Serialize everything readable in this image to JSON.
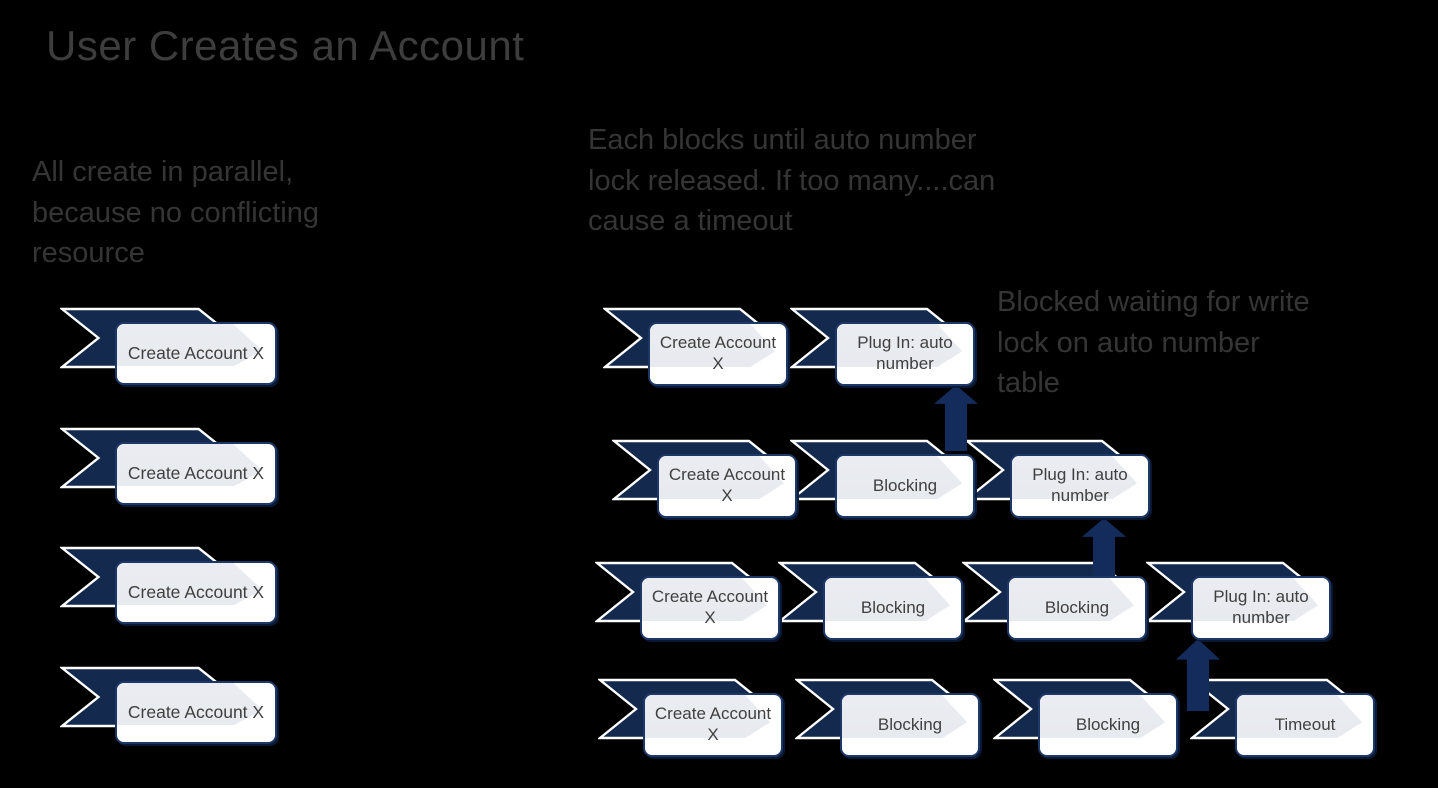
{
  "title": "User Creates an Account",
  "notes": {
    "parallel": "All create in parallel,\nbecause no conflicting\nresource",
    "blocks": "Each blocks until auto number\nlock released. If too many....can\ncause a timeout",
    "blocked_wait": "Blocked waiting for write\nlock on auto number\ntable"
  },
  "left_column": {
    "steps": [
      "Create Account X",
      "Create Account X",
      "Create Account X",
      "Create Account X"
    ]
  },
  "rows": [
    {
      "steps": [
        "Create Account X",
        "Plug In: auto number"
      ]
    },
    {
      "steps": [
        "Create Account X",
        "Blocking",
        "Plug In: auto number"
      ]
    },
    {
      "steps": [
        "Create Account X",
        "Blocking",
        "Blocking",
        "Plug In: auto number"
      ]
    },
    {
      "steps": [
        "Create Account X",
        "Blocking",
        "Blocking",
        "Timeout"
      ]
    }
  ],
  "up_arrow_count": 3,
  "colors": {
    "background": "#000000",
    "title_text": "#3d3d3d",
    "note_text": "#353535",
    "chevron_navy": "#13294e",
    "chevron_outline": "#ffffff",
    "box_border": "#1d3867",
    "box_fill": "#ffffff",
    "box_inner_arrow": "#e7eaef",
    "step_text": "#404040",
    "up_arrow_navy": "#142c5c"
  }
}
